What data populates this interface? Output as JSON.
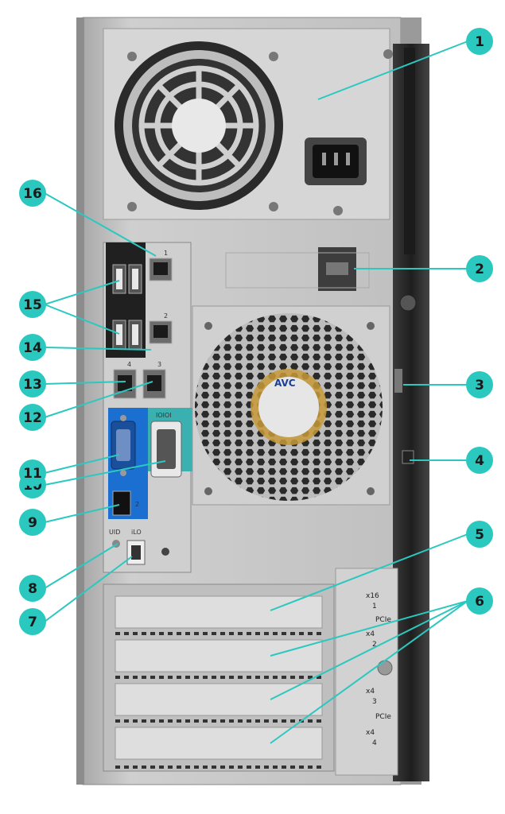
{
  "colors": {
    "callout": "#2bc8c0",
    "callout_text": "#1a1a1a",
    "chassis": "#c8c8c8",
    "side_panel": "#2a2a2a",
    "teal_panel": "#3ab0b0",
    "blue_panel": "#1b6fd1"
  },
  "callouts": [
    {
      "id": "1",
      "label": "1"
    },
    {
      "id": "2",
      "label": "2"
    },
    {
      "id": "3",
      "label": "3"
    },
    {
      "id": "4",
      "label": "4"
    },
    {
      "id": "5",
      "label": "5"
    },
    {
      "id": "6",
      "label": "6"
    },
    {
      "id": "7",
      "label": "7"
    },
    {
      "id": "8",
      "label": "8"
    },
    {
      "id": "9",
      "label": "9"
    },
    {
      "id": "10",
      "label": "10"
    },
    {
      "id": "11",
      "label": "11"
    },
    {
      "id": "12",
      "label": "12"
    },
    {
      "id": "13",
      "label": "13"
    },
    {
      "id": "14",
      "label": "14"
    },
    {
      "id": "15",
      "label": "15"
    },
    {
      "id": "16",
      "label": "16"
    }
  ],
  "port_labels": {
    "nic1": "1",
    "nic2": "2",
    "nic3": "3",
    "nic4": "4",
    "serial": "IOIOI",
    "displayport": "2",
    "uid": "UID",
    "ilo": "iLO"
  },
  "fan_brand": "AVC",
  "slots": {
    "slot1_width": "x16",
    "slot1_num": "1",
    "slot2_width": "x4",
    "slot2_num": "2",
    "slot3_width": "x4",
    "slot3_num": "3",
    "slot4_width": "x4",
    "slot4_num": "4",
    "pcie_label_a": "PCIe",
    "pcie_label_b": "PCIe"
  }
}
